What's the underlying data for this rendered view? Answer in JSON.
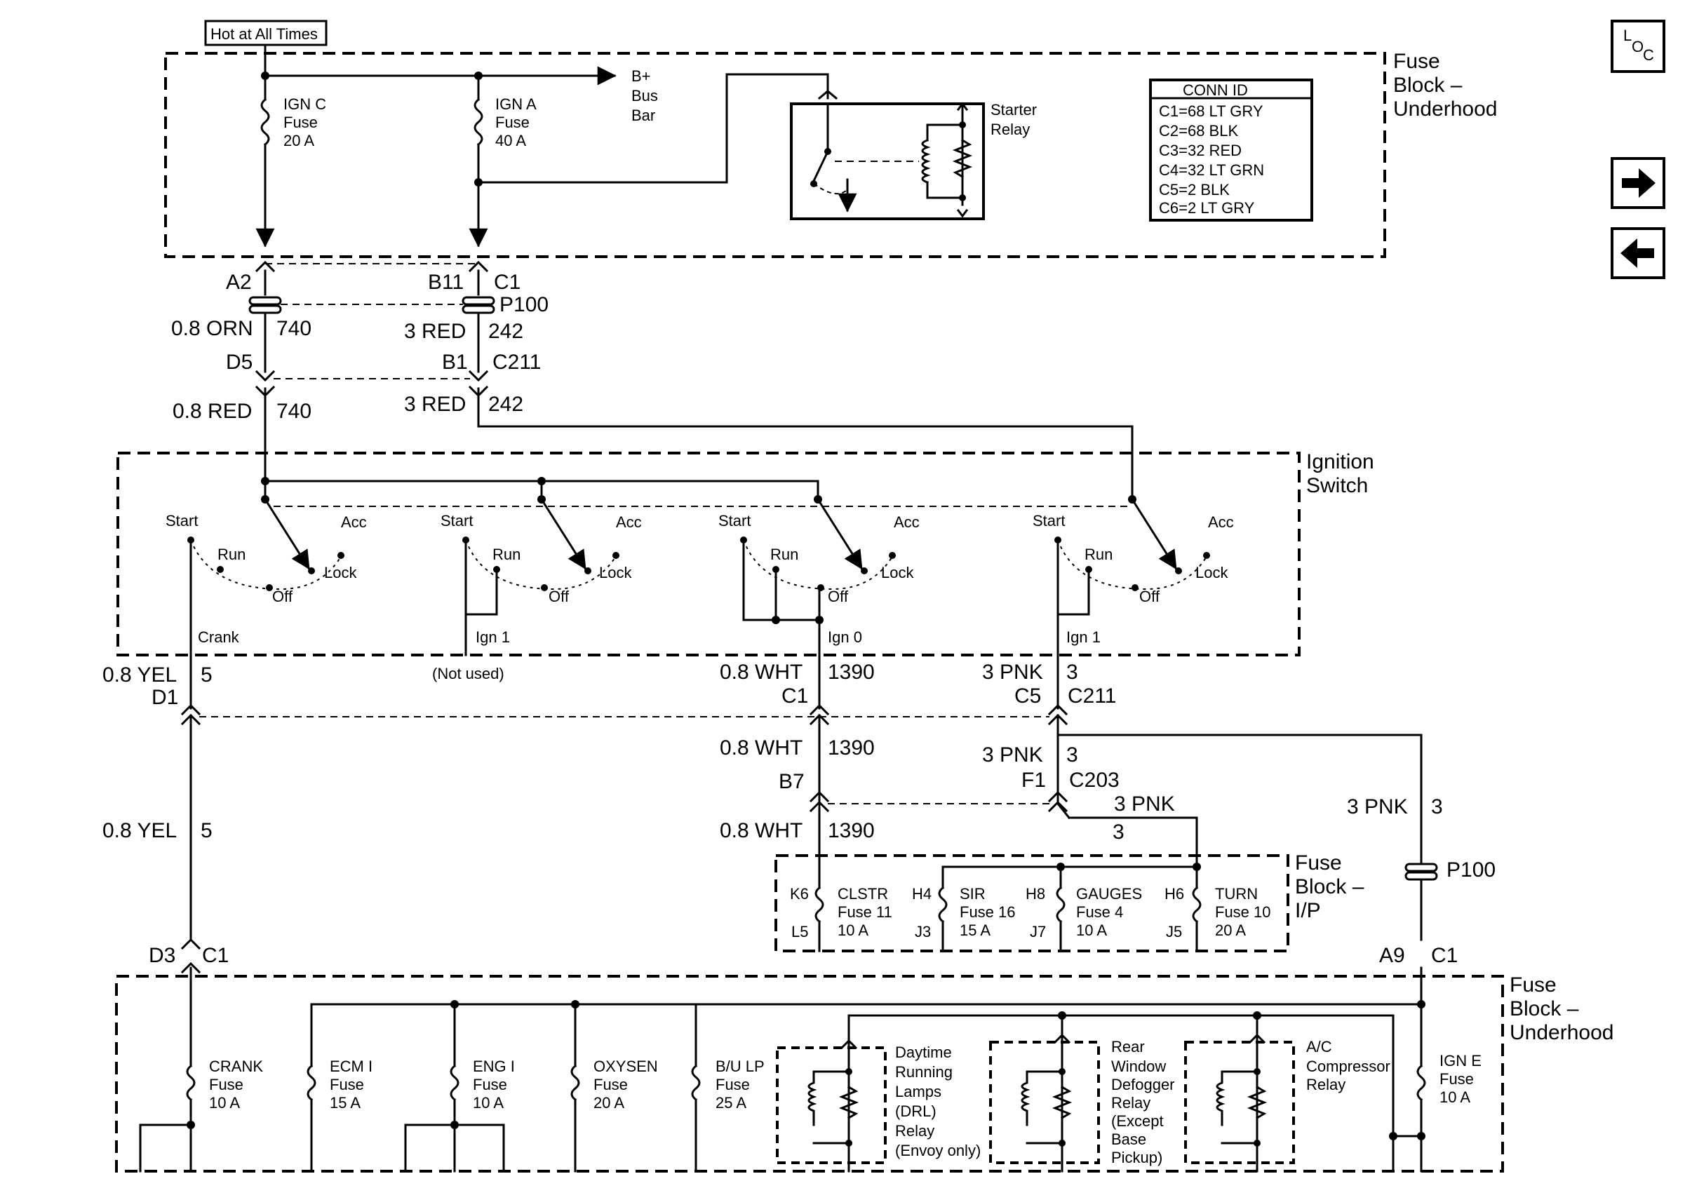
{
  "hot_label": "Hot at All Times",
  "fuse_block_top": {
    "title": [
      "Fuse",
      "Block –",
      "Underhood"
    ],
    "ign_c": [
      "IGN C",
      "Fuse",
      "20 A"
    ],
    "ign_a": [
      "IGN A",
      "Fuse",
      "40 A"
    ],
    "bus_bar": [
      "B+",
      "Bus",
      "Bar"
    ],
    "starter_relay": [
      "Starter",
      "Relay"
    ],
    "conn_title": "CONN ID",
    "conn_rows": [
      "C1=68 LT GRY",
      "C2=68 BLK",
      "C3=32 RED",
      "C4=32 LT GRN",
      "C5=2 BLK",
      "C6=2 LT GRY"
    ]
  },
  "upper_conn": {
    "a2": "A2",
    "b11": "B11",
    "c1": "C1",
    "p100": "P100",
    "wire1_color": "0.8 ORN",
    "wire1_num": "740",
    "wire2_color": "3 RED",
    "wire2_num": "242",
    "d5": "D5",
    "b1": "B1",
    "c211": "C211",
    "wire3_color": "0.8 RED",
    "wire3_num": "740",
    "wire4_color": "3 RED",
    "wire4_num": "242"
  },
  "ignition": {
    "title": [
      "Ignition",
      "Switch"
    ],
    "start": "Start",
    "run": "Run",
    "acc": "Acc",
    "lock": "Lock",
    "off": "Off",
    "crank": "Crank",
    "ign1": "Ign 1",
    "ign0": "Ign 0",
    "not_used": "(Not used)"
  },
  "mid_conn": {
    "yel_color": "0.8 YEL",
    "yel_num": "5",
    "d1": "D1",
    "wht_color": "0.8 WHT",
    "wht_num": "1390",
    "c1": "C1",
    "pnk_color": "3 PNK",
    "pnk_num": "3",
    "c5": "C5",
    "c211": "C211",
    "b7": "B7",
    "f1": "F1",
    "c203": "C203",
    "p100": "P100"
  },
  "fuse_block_ip": {
    "title": [
      "Fuse",
      "Block –",
      "I/P"
    ],
    "k6": "K6",
    "l5": "L5",
    "h4": "H4",
    "j3": "J3",
    "h8": "H8",
    "j7": "J7",
    "h6": "H6",
    "j5": "J5",
    "clstr": [
      "CLSTR",
      "Fuse 11",
      "10 A"
    ],
    "sir": [
      "SIR",
      "Fuse 16",
      "15 A"
    ],
    "gauges": [
      "GAUGES",
      "Fuse 4",
      "10 A"
    ],
    "turn": [
      "TURN",
      "Fuse 10",
      "20 A"
    ]
  },
  "fuse_block_bottom": {
    "title": [
      "Fuse",
      "Block –",
      "Underhood"
    ],
    "d3": "D3",
    "c1_left": "C1",
    "a9": "A9",
    "c1_right": "C1",
    "crank": [
      "CRANK",
      "Fuse",
      "10 A"
    ],
    "ecm": [
      "ECM I",
      "Fuse",
      "15 A"
    ],
    "eng": [
      "ENG I",
      "Fuse",
      "10 A"
    ],
    "oxy": [
      "OXYSEN",
      "Fuse",
      "20 A"
    ],
    "bulp": [
      "B/U LP",
      "Fuse",
      "25 A"
    ],
    "drl": [
      "Daytime",
      "Running",
      "Lamps",
      "(DRL)",
      "Relay",
      "(Envoy only)"
    ],
    "rear": [
      "Rear",
      "Window",
      "Defogger",
      "Relay",
      "(Except",
      "Base",
      "Pickup)"
    ],
    "ac": [
      "A/C",
      "Compressor",
      "Relay"
    ],
    "ign_e": [
      "IGN E",
      "Fuse",
      "10 A"
    ]
  },
  "nav": {
    "loc_l": "L",
    "loc_o": "O",
    "loc_c": "C",
    "next": "➔",
    "prev": "🡐"
  }
}
